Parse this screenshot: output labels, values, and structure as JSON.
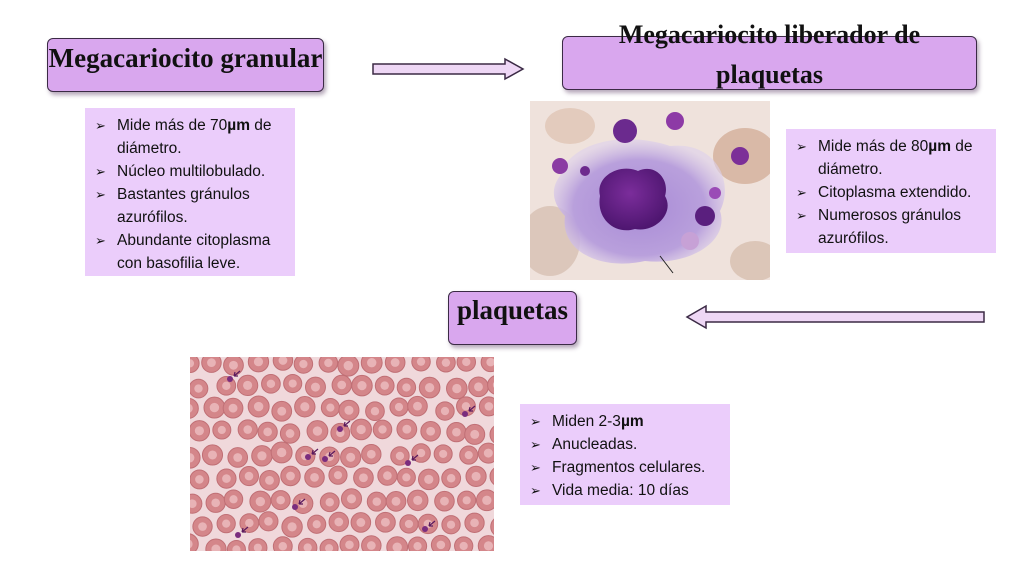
{
  "titles": {
    "granular": "Megacariocito granular",
    "liberador": "Megacariocito liberador de plaquetas",
    "plaquetas": "plaquetas"
  },
  "info_granular": [
    "Mide más de 70",
    "µm",
    " de diámetro.",
    "Núcleo multilobulado.",
    "Bastantes gránulos azurófilos.",
    "Abundante citoplasma con basofilia leve."
  ],
  "info_liberador": {
    "item1_pre": "Mide más de 80",
    "item1_unit": "µm",
    "item1_post": " de diámetro.",
    "item2": "Citoplasma extendido.",
    "item3": "Numerosos gránulos azurófilos."
  },
  "info_plaquetas": {
    "item1_pre": "Miden 2-3",
    "item1_unit": "µm",
    "item2": "Anucleadas.",
    "item3": "Fragmentos celulares.",
    "item4": "Vida media: 10 días"
  },
  "colors": {
    "title_fill": "#d9a7ee",
    "info_fill": "#ebcdfb",
    "arrow_fill": "#eed7f5"
  },
  "bullet_glyph": "➢"
}
